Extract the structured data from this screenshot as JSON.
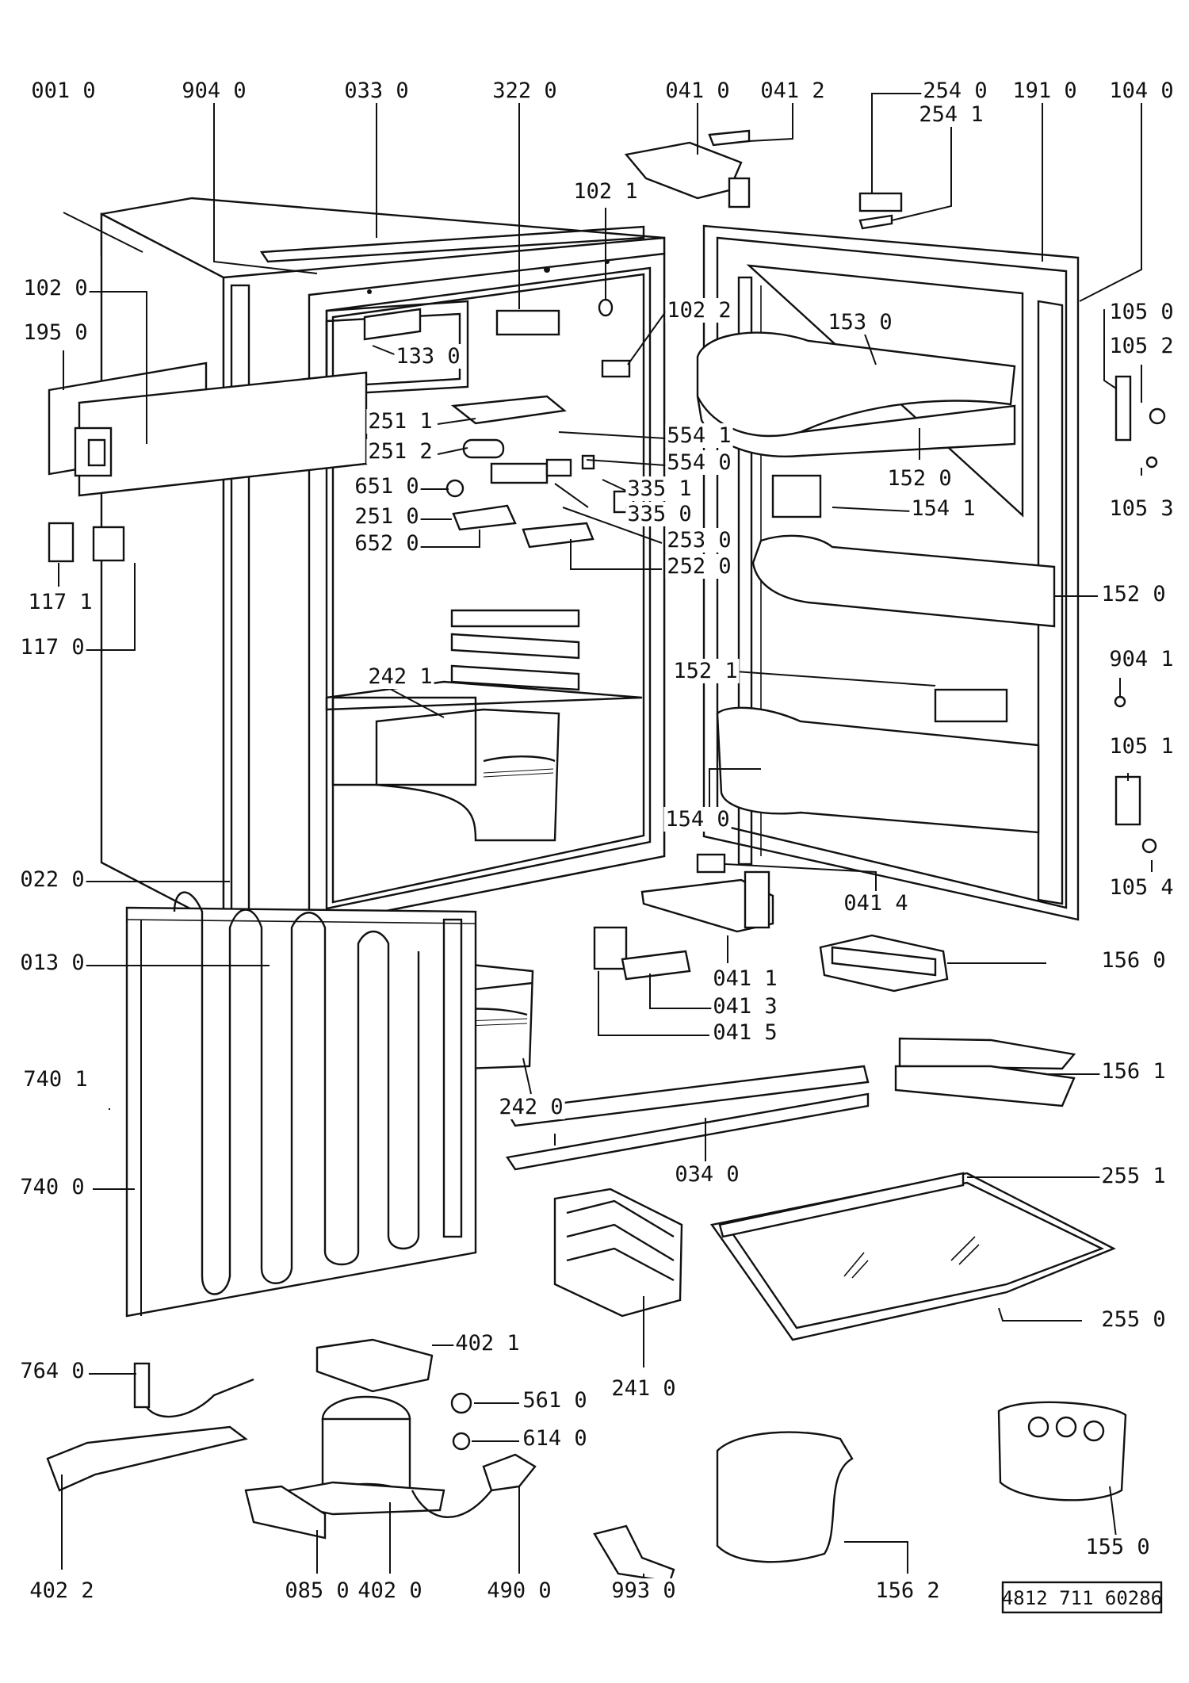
{
  "labels": [
    "001 0",
    "904 0",
    "033 0",
    "322 0",
    "041 0",
    "041 2",
    "254 0",
    "254 1",
    "191 0",
    "104 0",
    "102 1",
    "102 0",
    "195 0",
    "133 0",
    "102 2",
    "153 0",
    "105 0",
    "105 2",
    "251 1",
    "251 2",
    "554 1",
    "554 0",
    "651 0",
    "335 1",
    "251 0",
    "335 0",
    "652 0",
    "253 0",
    "252 0",
    "152 0",
    "154 1",
    "105 3",
    "117 1",
    "152 0",
    "117 0",
    "904 1",
    "242 1",
    "152 1",
    "105 1",
    "154 0",
    "022 0",
    "105 4",
    "041 4",
    "156 0",
    "013 0",
    "041 1",
    "041 3",
    "041 5",
    "740 1",
    "156 1",
    "242 0",
    "034 0",
    "740 0",
    "255 1",
    "402 1",
    "241 0",
    "255 0",
    "764 0",
    "561 0",
    "614 0",
    "155 0",
    "402 2",
    "085 0",
    "402 0",
    "490 0",
    "993 0",
    "156 2"
  ],
  "reference": "4812 711 60286"
}
